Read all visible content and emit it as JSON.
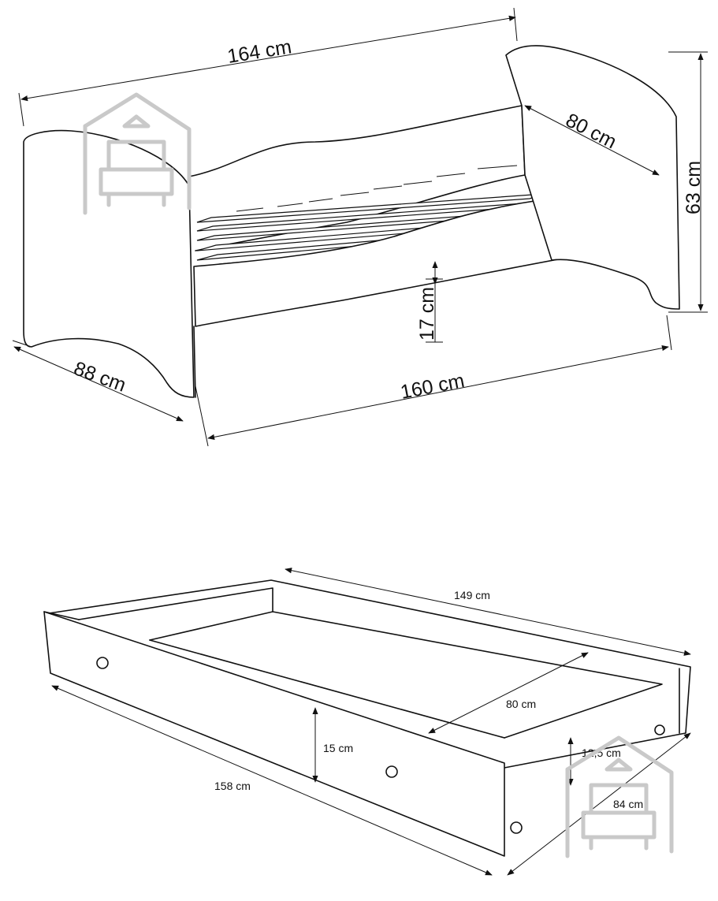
{
  "bed": {
    "length_top": "164 cm",
    "width_head": "80 cm",
    "height_head": "63 cm",
    "height_side": "17 cm",
    "width_foot": "88 cm",
    "length_bottom": "160 cm"
  },
  "drawer": {
    "length_top": "149 cm",
    "width_inner": "80 cm",
    "height_front": "15 cm",
    "height_side": "12,5  cm",
    "length_bottom": "158 cm",
    "width_side": "84 cm"
  },
  "icons": {
    "watermark": "house-sofa-logo"
  },
  "colors": {
    "line": "#111111",
    "watermark": "#c9c9c9",
    "background": "#ffffff"
  }
}
